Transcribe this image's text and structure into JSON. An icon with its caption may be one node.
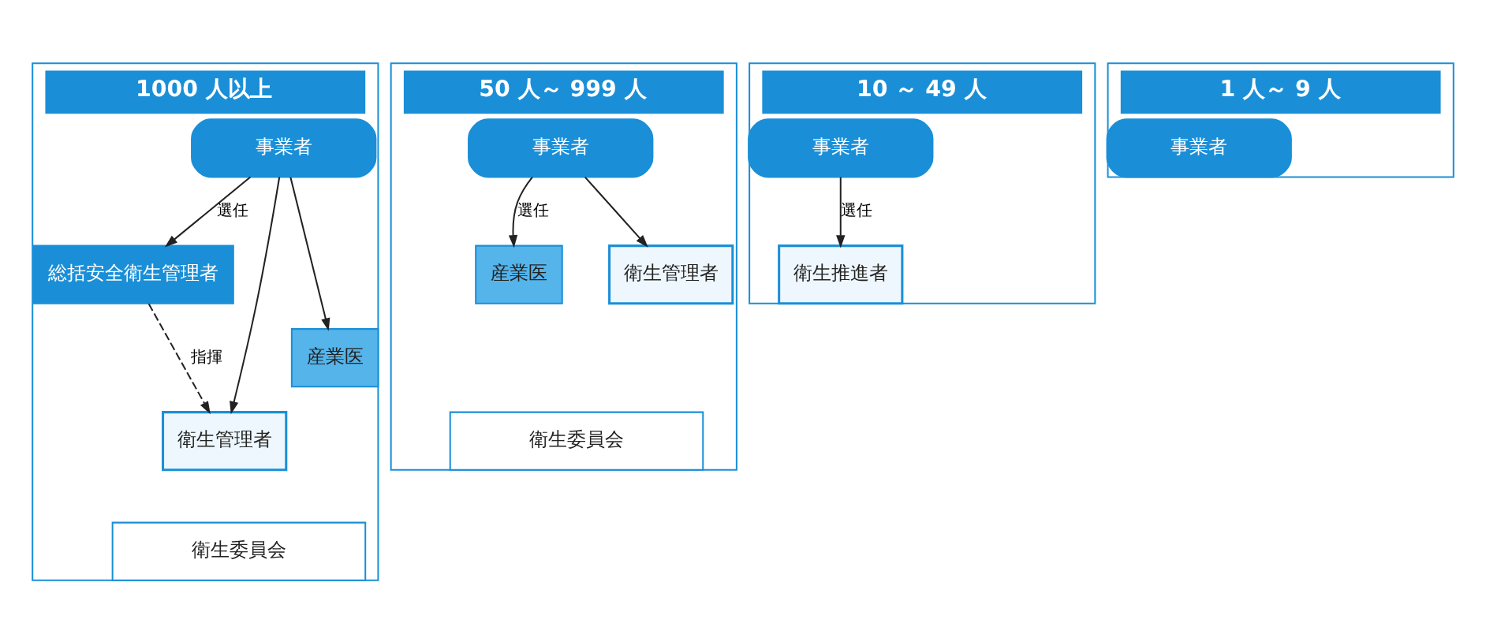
{
  "diagram": {
    "nodes": [
      {
        "text": [
          "1000 人以上"
        ]
      },
      {
        "text": [
          "事業者"
        ],
        "in": 0
      },
      {
        "text": [
          "総括安全衛生管理者"
        ],
        "in": 0
      },
      {
        "text": [
          "産業医"
        ],
        "in": 0
      },
      {
        "text": [
          "衛生管理者"
        ],
        "in": 0
      },
      {
        "text": [
          "衛生委員会"
        ],
        "in": 0
      },
      {
        "text": [
          "50 人～ 999 人"
        ]
      },
      {
        "text": [
          "事業者"
        ],
        "in": 6
      },
      {
        "text": [
          "産業医"
        ],
        "in": 6
      },
      {
        "text": [
          "衛生管理者"
        ],
        "in": 6
      },
      {
        "text": [
          "衛生委員会"
        ],
        "in": 6
      },
      {
        "text": [
          "10 ～ 49 人"
        ]
      },
      {
        "text": [
          "事業者"
        ],
        "in": 11
      },
      {
        "text": [
          "衛生推進者"
        ],
        "in": 11
      },
      {
        "text": [
          "1 人～ 9 人"
        ]
      },
      {
        "text": [
          "事業者"
        ],
        "in": 14
      }
    ],
    "edges": [
      {
        "from": 1,
        "to": 2,
        "arrow": "to",
        "label": "選任"
      },
      {
        "from": 1,
        "to": 3,
        "arrow": "to"
      },
      {
        "from": 1,
        "to": 4,
        "arrow": "to"
      },
      {
        "from": 2,
        "to": 4,
        "arrow": "to",
        "label": "指揮",
        "style": "dashed"
      },
      {
        "from": 7,
        "to": 8,
        "arrow": "to",
        "label": "選任"
      },
      {
        "from": 7,
        "to": 9,
        "arrow": "to"
      },
      {
        "from": 12,
        "to": 13,
        "arrow": "to",
        "label": "選任"
      }
    ]
  }
}
